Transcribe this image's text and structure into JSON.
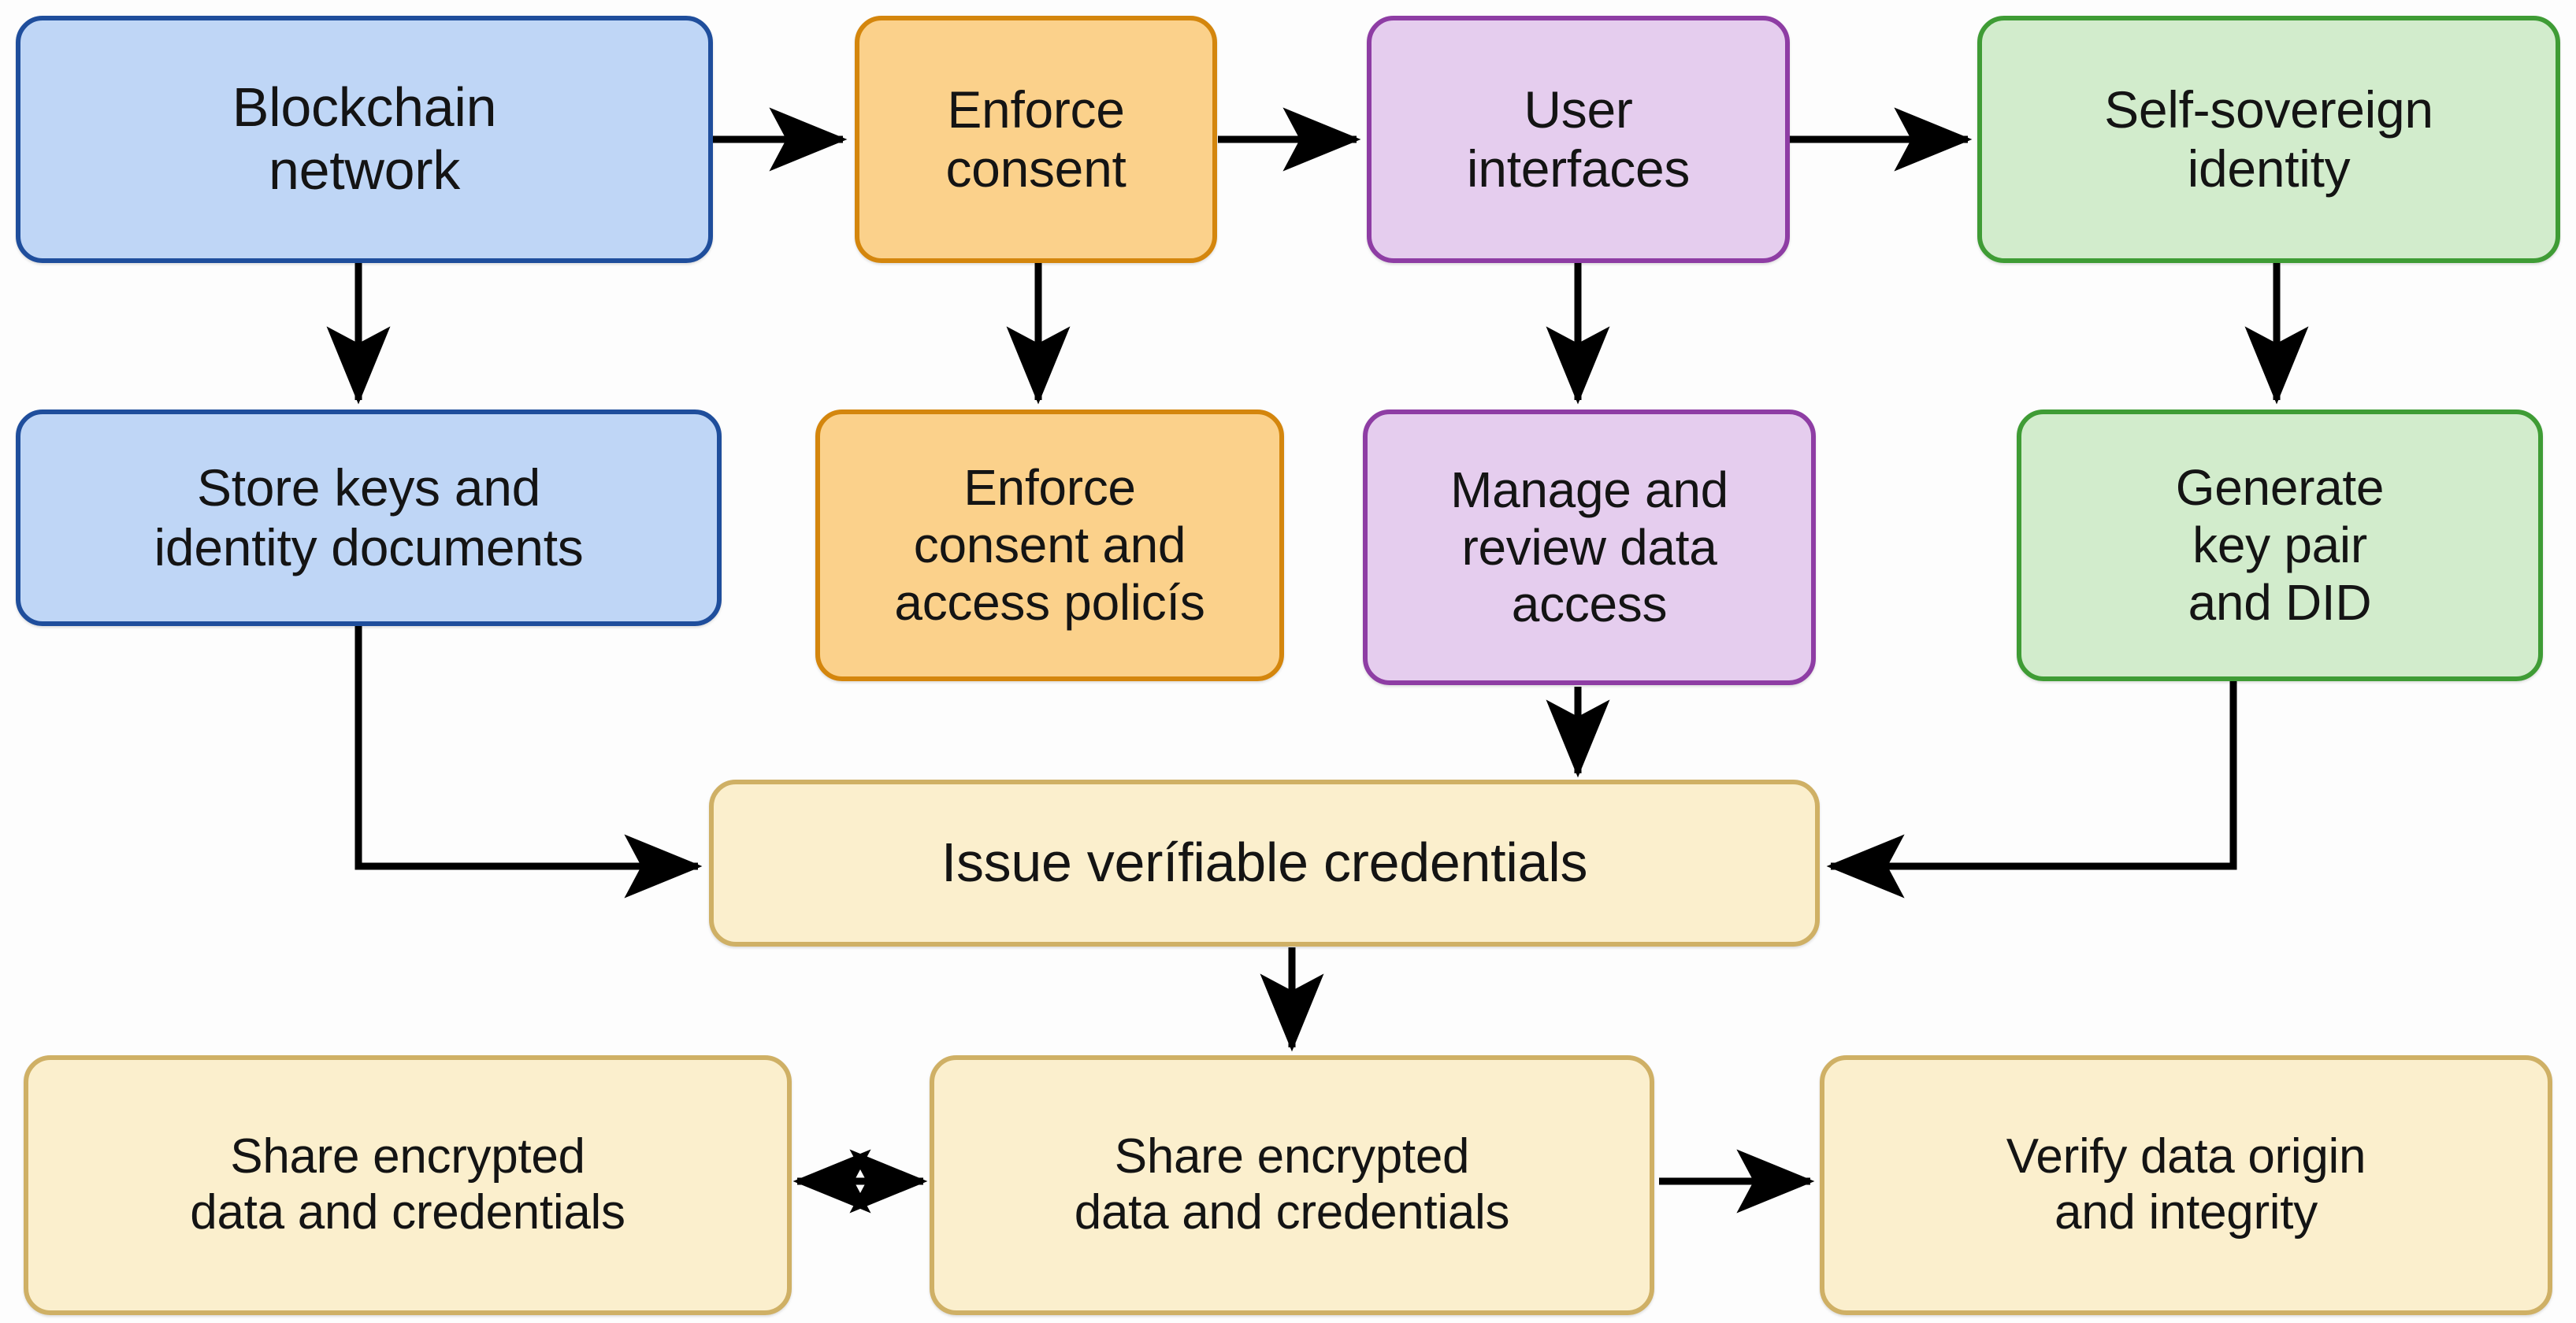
{
  "diagram": {
    "title": "Self-sovereign identity and blockchain data sharing flow",
    "background_color": "#fdfdfd",
    "palette": {
      "blue_fill": "#bfd6f6",
      "blue_border": "#1f4e9c",
      "orange_fill": "#fbd18b",
      "orange_border": "#d4860d",
      "purple_fill": "#e5cdee",
      "purple_border": "#8e3da4",
      "green_fill": "#d2eccc",
      "green_border": "#3f9c35",
      "cream_fill": "#fbefcd",
      "cream_border": "#cfb065",
      "connector_color": "#000000",
      "text_color": "#141414"
    },
    "nodes": {
      "blockchain_network": "Blockchain\nnetwork",
      "enforce_consent": "Enforce\nconsent",
      "user_interfaces": "User\ninterfaces",
      "self_sovereign_identity": "Self-sovereign\nidentity",
      "store_keys": "Store keys and\nidentity documents",
      "enforce_consent_policies": "Enforce\nconsent and\naccess policís",
      "manage_review_access": "Manage and\nreview data\naccess",
      "generate_key_pair": "Generate\nkey pair\nand DID",
      "issue_verifiable_credentials": "Issue verífiable credentials",
      "share_encrypted_left": "Share encrypted\ndata and credentials",
      "share_encrypted_center": "Share encrypted\ndata and credentials",
      "verify_data_origin": "Verify data origin\nand integrity"
    },
    "connectors": [
      {
        "from": "blockchain_network",
        "to": "enforce_consent",
        "style": "arrow-right"
      },
      {
        "from": "enforce_consent",
        "to": "user_interfaces",
        "style": "arrow-right"
      },
      {
        "from": "user_interfaces",
        "to": "self_sovereign_identity",
        "style": "arrow-right"
      },
      {
        "from": "blockchain_network",
        "to": "store_keys",
        "style": "arrow-down"
      },
      {
        "from": "enforce_consent",
        "to": "enforce_consent_policies",
        "style": "arrow-down"
      },
      {
        "from": "user_interfaces",
        "to": "manage_review_access",
        "style": "arrow-down"
      },
      {
        "from": "self_sovereign_identity",
        "to": "generate_key_pair",
        "style": "arrow-down"
      },
      {
        "from": "store_keys",
        "to": "issue_verifiable_credentials",
        "style": "elbow-down-right"
      },
      {
        "from": "manage_review_access",
        "to": "issue_verifiable_credentials",
        "style": "arrow-down"
      },
      {
        "from": "generate_key_pair",
        "to": "issue_verifiable_credentials",
        "style": "elbow-down-left"
      },
      {
        "from": "issue_verifiable_credentials",
        "to": "share_encrypted_center",
        "style": "arrow-down"
      },
      {
        "from": "share_encrypted_left",
        "to": "share_encrypted_center",
        "style": "arrow-both"
      },
      {
        "from": "share_encrypted_center",
        "to": "verify_data_origin",
        "style": "arrow-right"
      }
    ]
  }
}
